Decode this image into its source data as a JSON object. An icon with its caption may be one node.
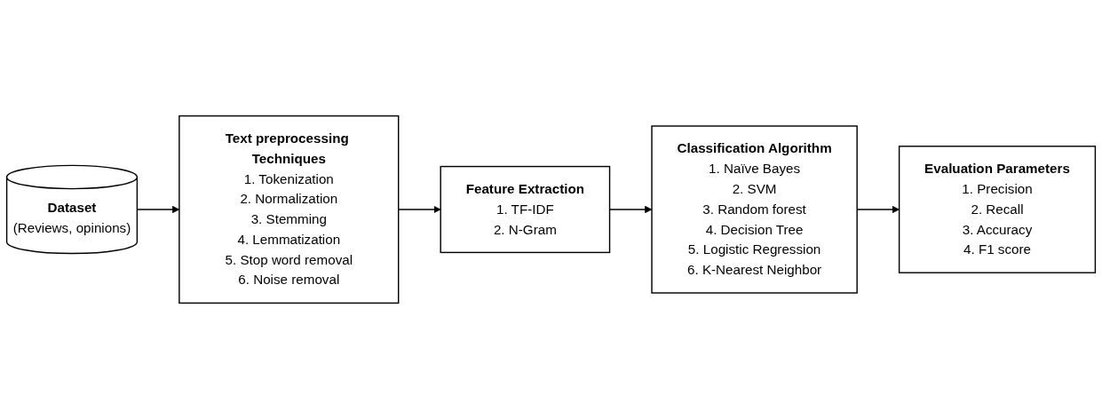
{
  "diagram": {
    "nodes": [
      {
        "text": [
          "Dataset",
          "(Reviews, opinions)"
        ]
      },
      {
        "text": [
          "Text preprocessing Techniques",
          "1. Tokenization",
          "2. Normalization",
          "3. Stemming",
          "4. Lemmatization",
          "5. Stop word removal",
          "6. Noise removal"
        ]
      },
      {
        "text": [
          "Feature Extraction",
          "1. TF-IDF",
          "2. N-Gram"
        ]
      },
      {
        "text": [
          "Classification Algorithm",
          "1. Naïve Bayes",
          "2. SVM",
          "3. Random forest",
          "4. Decision Tree",
          "5. Logistic Regression",
          "6. K-Nearest Neighbor"
        ]
      },
      {
        "text": [
          "Evaluation Parameters",
          "1. Precision",
          "2. Recall",
          "3. Accuracy",
          "4. F1 score"
        ]
      }
    ],
    "edges": [
      {
        "from": 0,
        "to": 1,
        "arrow": "to"
      },
      {
        "from": 1,
        "to": 2,
        "arrow": "to"
      },
      {
        "from": 2,
        "to": 3,
        "arrow": "to"
      },
      {
        "from": 3,
        "to": 4,
        "arrow": "to"
      }
    ]
  }
}
